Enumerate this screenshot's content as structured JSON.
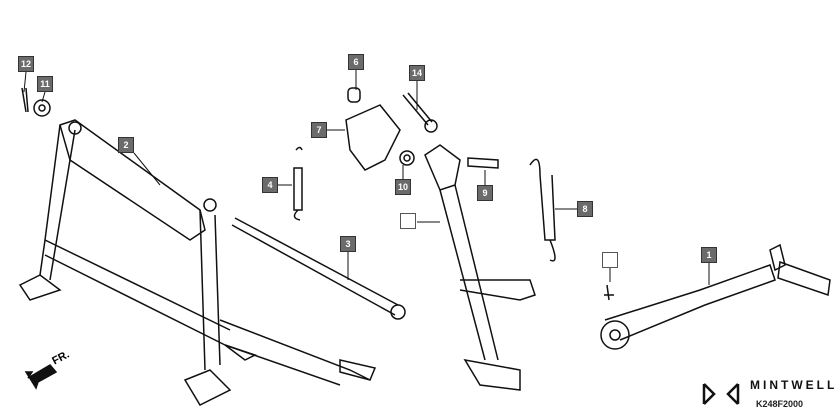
{
  "diagram": {
    "callouts": [
      {
        "id": "12",
        "label": "12"
      },
      {
        "id": "11",
        "label": "11"
      },
      {
        "id": "2",
        "label": "2"
      },
      {
        "id": "6",
        "label": "6"
      },
      {
        "id": "14",
        "label": "14"
      },
      {
        "id": "7",
        "label": "7"
      },
      {
        "id": "4",
        "label": "4"
      },
      {
        "id": "10",
        "label": "10"
      },
      {
        "id": "3",
        "label": "3"
      },
      {
        "id": "9",
        "label": "9"
      },
      {
        "id": "8",
        "label": "8"
      },
      {
        "id": "1",
        "label": "1"
      }
    ],
    "direction_label": "FR.",
    "brand": "MINTWELL",
    "diagram_code": "K248F2000",
    "callout_color": "#6b6b6b"
  }
}
